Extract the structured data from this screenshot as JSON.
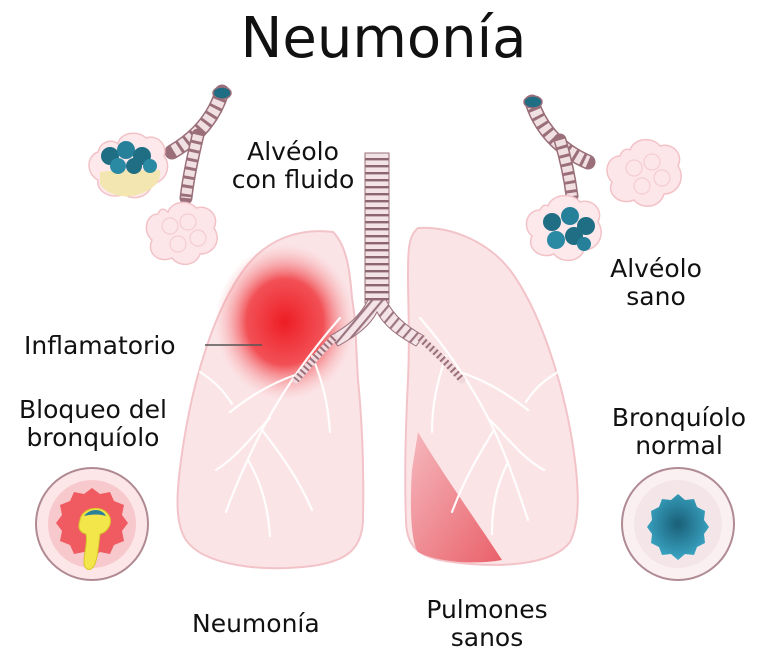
{
  "title": "Neumonía",
  "labels": {
    "fluid_alveolus": [
      "Alvéolo",
      "con fluido"
    ],
    "healthy_alveolus": [
      "Alvéolo",
      "sano"
    ],
    "inflamed": "Inflamatorio",
    "blocked_bronchiole": [
      "Bloqueo del",
      "bronquíolo"
    ],
    "normal_bronchiole": [
      "Bronquíolo",
      "normal"
    ],
    "pneumonia_lung": "Neumonía",
    "healthy_lungs": [
      "Pulmones",
      "sanos"
    ]
  },
  "colors": {
    "lung_fill": "#fbe3e5",
    "lung_edge": "#f2c2c7",
    "inflammation": "#ee1c24",
    "trachea": "#f4e1e4",
    "trachea_ring": "#9a6f7a",
    "alveolus_dark": "#1f6e84",
    "fluid": "#f3e8b6",
    "blocked_bronchiole_fill": "#f05a60",
    "normal_bronchiole_fill": "#2a89a8"
  }
}
